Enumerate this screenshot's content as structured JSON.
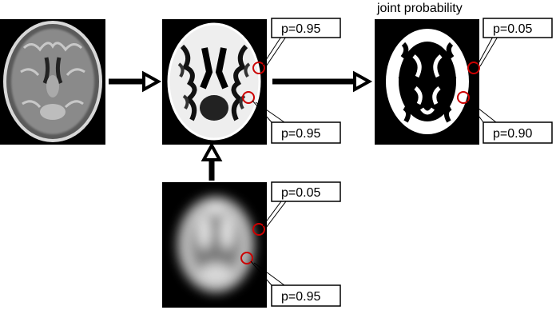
{
  "title": "joint probability",
  "panels": {
    "t1_mri": {},
    "segmentation": {
      "labels": [
        "p=0.95",
        "p=0.95"
      ]
    },
    "atlas_prior": {
      "labels": [
        "p=0.05",
        "p=0.95"
      ]
    },
    "joint": {
      "labels": [
        "p=0.05",
        "p=0.90"
      ]
    }
  },
  "colors": {
    "marker_circle": "#cc0000",
    "arrow": "#000000",
    "panel_background": "#000000"
  }
}
